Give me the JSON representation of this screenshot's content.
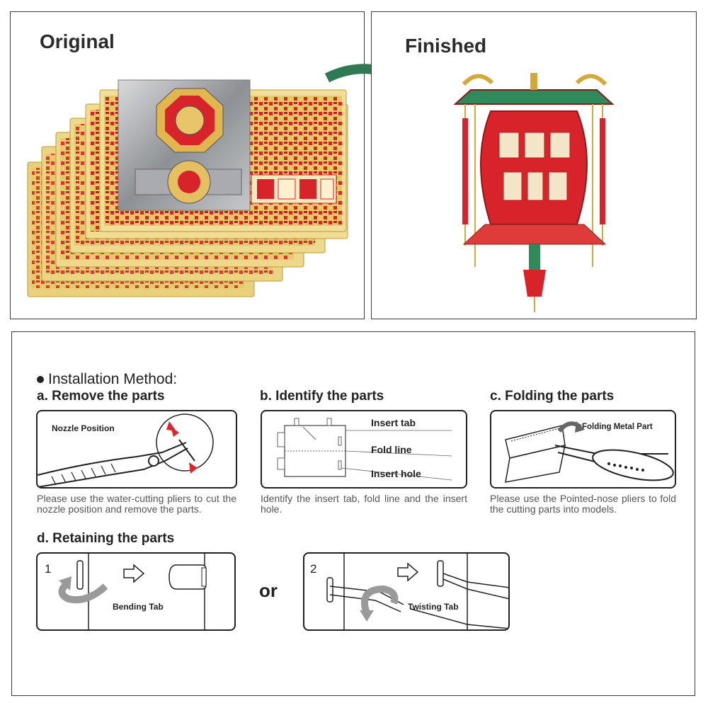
{
  "original": {
    "title": "Original"
  },
  "finished": {
    "title": "Finished"
  },
  "instructions": {
    "heading": "Installation Method:",
    "a": {
      "title": "a. Remove the parts",
      "label": "Nozzle Position",
      "description": "Please use the water-cutting pliers to cut the nozzle position and remove the parts."
    },
    "b": {
      "title": "b. Identify the parts",
      "insert_tab": "Insert tab",
      "fold_line": "Fold line",
      "insert_hole": "Insert hole",
      "description": "Identify the insert tab, fold line and the insert hole."
    },
    "c": {
      "title": "c. Folding the parts",
      "label": "Folding Metal Part",
      "description": "Please use the Pointed-nose pliers to fold the cutting parts into models."
    },
    "d": {
      "title": "d. Retaining the parts",
      "step1_number": "1",
      "step1_label": "Bending Tab",
      "or": "or",
      "step2_number": "2",
      "step2_label": "Twisting Tab"
    }
  },
  "colors": {
    "red": "#d8232a",
    "gold": "#e8c766",
    "arrow_green": "#2f7a55",
    "outline": "#222222"
  }
}
